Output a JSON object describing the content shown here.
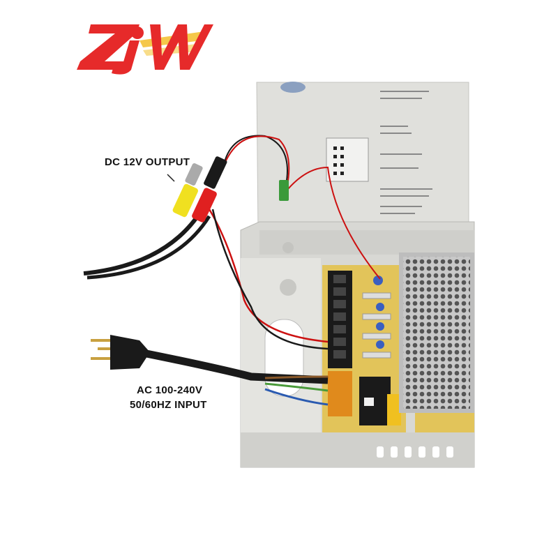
{
  "logo": {
    "text": "ZJW",
    "colors": {
      "red": "#e62a2a",
      "stripe": "#f5c84a"
    }
  },
  "labels": {
    "dc_output": "DC 12V OUTPUT",
    "ac_input_line1": "AC 100-240V",
    "ac_input_line2": "50/60HZ INPUT"
  },
  "colors": {
    "enclosure": "#dcdcdc",
    "pcb": "#e2c45a",
    "terminal": "#1a1a1a",
    "ac_terminal": "#e08a1c"
  }
}
